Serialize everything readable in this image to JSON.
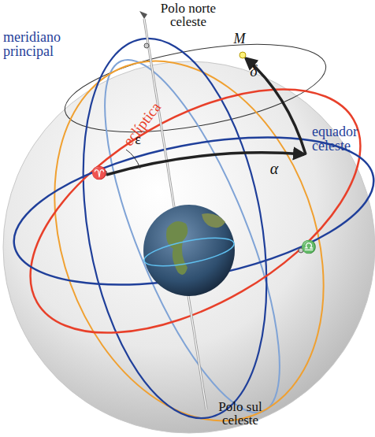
{
  "diagram": {
    "labels": [
      "Polo norte celeste",
      "meridiano principal",
      "eclíptica",
      "equador celeste",
      "M",
      "δ",
      "α",
      "ε",
      "♈",
      "♎",
      "Polo sul celeste"
    ]
  }
}
